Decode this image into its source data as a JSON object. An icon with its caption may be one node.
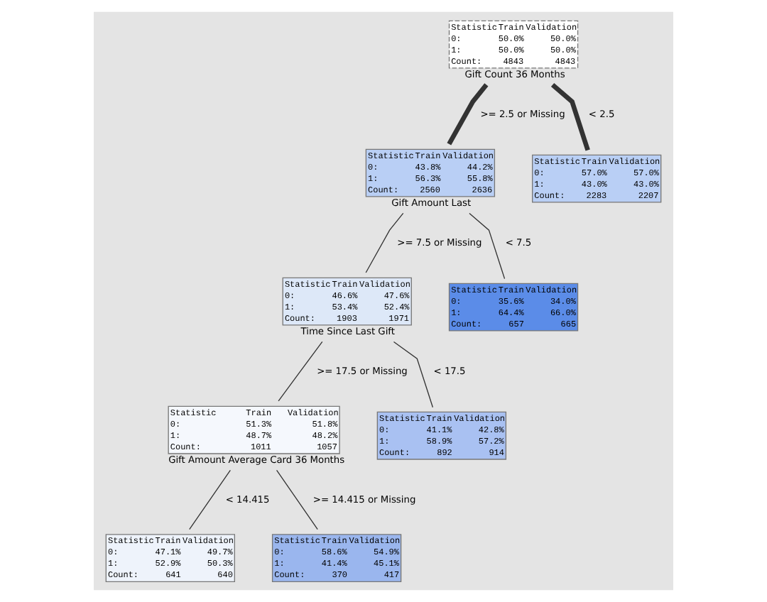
{
  "diagram": {
    "nodes": [
      {
        "text": [
          "Statistic",
          "Train",
          "Validation",
          "0:",
          "50.0%",
          "50.0%",
          "1:",
          "50.0%",
          "50.0%",
          "Count:",
          "4843",
          "4843"
        ],
        "beside": [
          "Gift Count 36 Months"
        ]
      },
      {
        "text": [
          "Statistic",
          "Train",
          "Validation",
          "0:",
          "43.8%",
          "44.2%",
          "1:",
          "56.3%",
          "55.8%",
          "Count:",
          "2560",
          "2636"
        ],
        "beside": [
          "Gift Amount Last"
        ]
      },
      {
        "text": [
          "Statistic",
          "Train",
          "Validation",
          "0:",
          "57.0%",
          "57.0%",
          "1:",
          "43.0%",
          "43.0%",
          "Count:",
          "2283",
          "2207"
        ]
      },
      {
        "text": [
          "Statistic",
          "Train",
          "Validation",
          "0:",
          "46.6%",
          "47.6%",
          "1:",
          "53.4%",
          "52.4%",
          "Count:",
          "1903",
          "1971"
        ],
        "beside": [
          "Time Since Last Gift"
        ]
      },
      {
        "text": [
          "Statistic",
          "Train",
          "Validation",
          "0:",
          "35.6%",
          "34.0%",
          "1:",
          "64.4%",
          "66.0%",
          "Count:",
          "657",
          "665"
        ]
      },
      {
        "text": [
          "Statistic",
          "Train",
          "Validation",
          "0:",
          "51.3%",
          "51.8%",
          "1:",
          "48.7%",
          "48.2%",
          "Count:",
          "1011",
          "1057"
        ],
        "beside": [
          "Gift Amount Average Card 36 Months"
        ]
      },
      {
        "text": [
          "Statistic",
          "Train",
          "Validation",
          "0:",
          "41.1%",
          "42.8%",
          "1:",
          "58.9%",
          "57.2%",
          "Count:",
          "892",
          "914"
        ]
      },
      {
        "text": [
          "Statistic",
          "Train",
          "Validation",
          "0:",
          "47.1%",
          "49.7%",
          "1:",
          "52.9%",
          "50.3%",
          "Count:",
          "641",
          "640"
        ]
      },
      {
        "text": [
          "Statistic",
          "Train",
          "Validation",
          "0:",
          "58.6%",
          "54.9%",
          "1:",
          "41.4%",
          "45.1%",
          "Count:",
          "370",
          "417"
        ]
      }
    ],
    "edges": [
      {
        "from": 0,
        "to": 1,
        "arrow": "none",
        "label": ">= 2.5 or Missing",
        "style": "thick"
      },
      {
        "from": 0,
        "to": 2,
        "arrow": "none",
        "label": "< 2.5",
        "style": "thick"
      },
      {
        "from": 1,
        "to": 3,
        "arrow": "none",
        "label": ">= 7.5 or Missing"
      },
      {
        "from": 1,
        "to": 4,
        "arrow": "none",
        "label": "< 7.5"
      },
      {
        "from": 3,
        "to": 5,
        "arrow": "none",
        "label": ">= 17.5 or Missing"
      },
      {
        "from": 3,
        "to": 6,
        "arrow": "none",
        "label": "< 17.5"
      },
      {
        "from": 5,
        "to": 7,
        "arrow": "none",
        "label": "< 14.415"
      },
      {
        "from": 5,
        "to": 8,
        "arrow": "none",
        "label": ">= 14.415 or Missing"
      }
    ]
  }
}
